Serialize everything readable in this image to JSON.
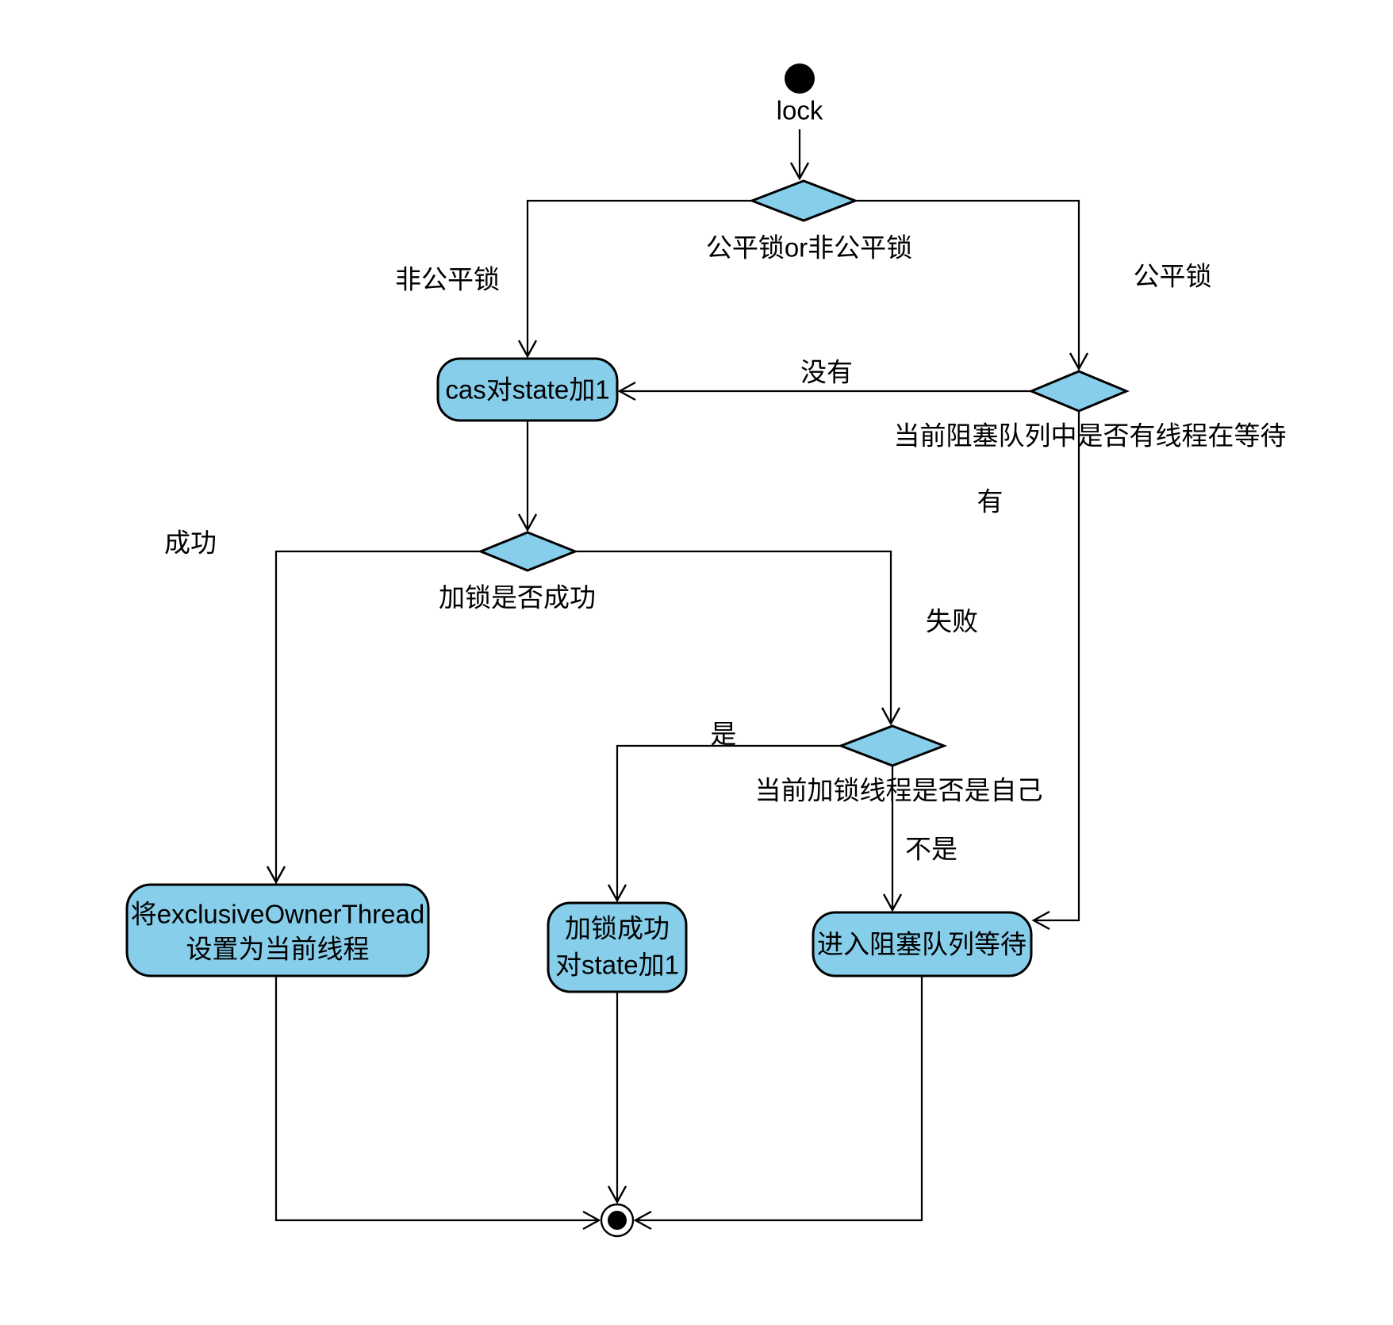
{
  "nodes": {
    "start": {
      "label": "lock"
    },
    "decision_fair_or_unfair": {
      "label": "公平锁or非公平锁"
    },
    "action_cas": {
      "label": "cas对state加1"
    },
    "decision_queue_waiting": {
      "label": "当前阻塞队列中是否有线程在等待"
    },
    "decision_lock_success": {
      "label": "加锁是否成功"
    },
    "decision_owner_is_self": {
      "label": "当前加锁线程是否是自己"
    },
    "action_set_owner": {
      "line1": "将exclusiveOwnerThread",
      "line2": "设置为当前线程"
    },
    "action_reentrant_inc": {
      "line1": "加锁成功",
      "line2": "对state加1"
    },
    "action_enqueue": {
      "label": "进入阻塞队列等待"
    }
  },
  "edges": {
    "unfair": "非公平锁",
    "fair": "公平锁",
    "no_waiting": "没有",
    "has_waiting": "有",
    "success": "成功",
    "fail": "失败",
    "yes": "是",
    "no": "不是"
  },
  "colors": {
    "node_fill": "#87CEEB",
    "stroke": "#000000",
    "background": "#FFFFFF"
  }
}
